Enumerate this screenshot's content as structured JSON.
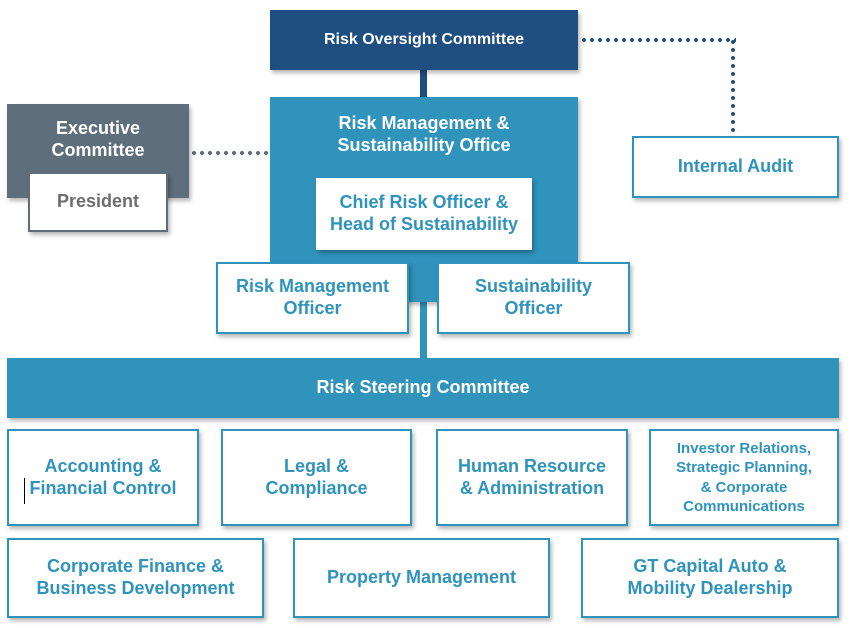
{
  "oversight": {
    "label": "Risk Oversight Committee"
  },
  "executive": {
    "label": "Executive\nCommittee",
    "president": "President"
  },
  "internal_audit": {
    "label": "Internal Audit"
  },
  "rmso": {
    "label": "Risk Management &\nSustainability Office",
    "cro": "Chief Risk Officer &\nHead of Sustainability"
  },
  "officers": {
    "risk": "Risk Management\nOfficer",
    "sustainability": "Sustainability\nOfficer"
  },
  "steering": {
    "label": "Risk Steering Committee"
  },
  "departments_row1": [
    "Accounting &\nFinancial Control",
    "Legal &\nCompliance",
    "Human Resource\n& Administration",
    "Investor Relations,\nStrategic Planning,\n& Corporate\nCommunications"
  ],
  "departments_row2": [
    "Corporate Finance &\nBusiness Development",
    "Property Management",
    "GT Capital Auto &\nMobility Dealership"
  ],
  "colors": {
    "navy": "#1f4e80",
    "teal": "#2f93bc",
    "slate": "#5f6e7b",
    "gray_text": "#6d6d6d"
  }
}
